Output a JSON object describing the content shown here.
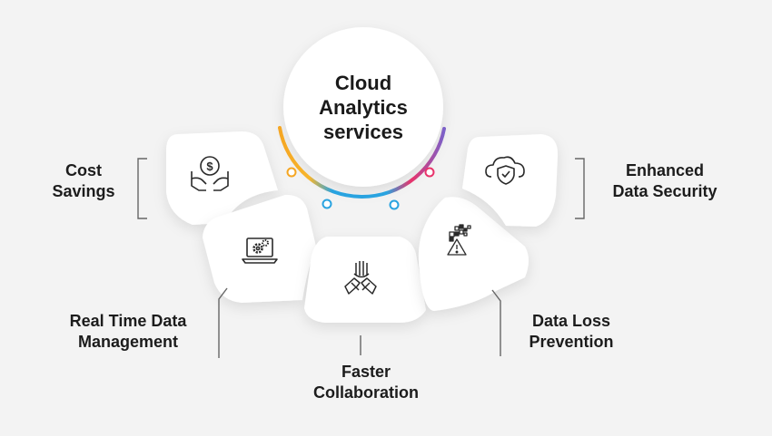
{
  "center": {
    "line1": "Cloud",
    "line2": "Analytics",
    "line3": "services"
  },
  "segments": [
    {
      "line1": "Cost",
      "line2": "Savings",
      "icon": "money-hands-icon"
    },
    {
      "line1": "Real Time Data",
      "line2": "Management",
      "icon": "laptop-gear-icon"
    },
    {
      "line1": "Faster",
      "line2": "Collaboration",
      "icon": "hands-together-icon"
    },
    {
      "line1": "Data Loss",
      "line2": "Prevention",
      "icon": "data-warning-icon"
    },
    {
      "line1": "Enhanced",
      "line2": "Data Security",
      "icon": "cloud-shield-icon"
    }
  ],
  "colors": {
    "background": "#f3f3f3",
    "card": "#ffffff",
    "arc_orange": "#f5a623",
    "arc_blue": "#29a3e0",
    "arc_pink": "#e8336b",
    "arc_purple": "#7b61c9",
    "text": "#1c1c1c"
  }
}
